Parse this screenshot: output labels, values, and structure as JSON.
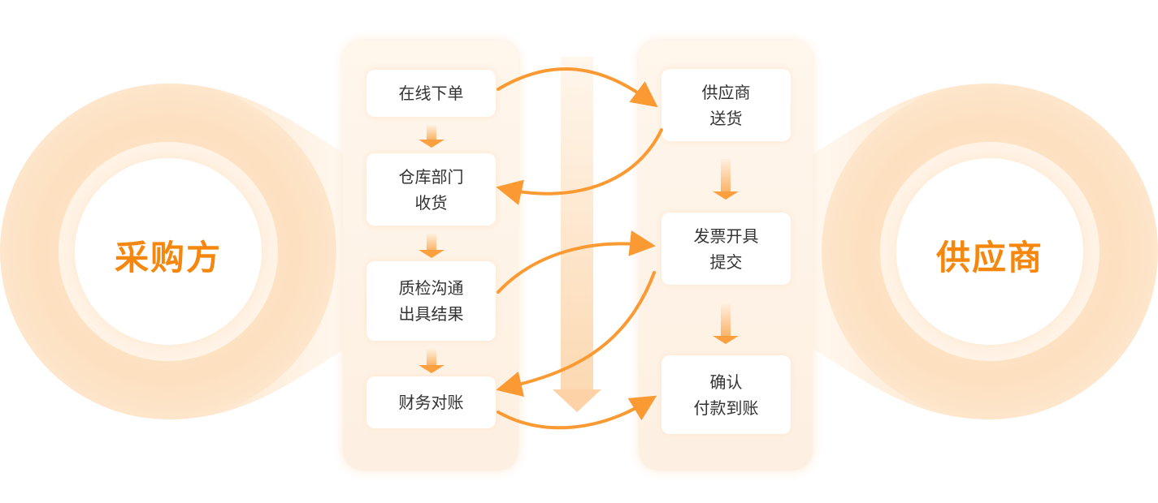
{
  "buyer": {
    "label": "采购方"
  },
  "supplier": {
    "label": "供应商"
  },
  "buyer_steps": [
    {
      "line1": "在线下单",
      "line2": ""
    },
    {
      "line1": "仓库部门",
      "line2": "收货"
    },
    {
      "line1": "质检沟通",
      "line2": "出具结果"
    },
    {
      "line1": "财务对账",
      "line2": ""
    }
  ],
  "supplier_steps": [
    {
      "line1": "供应商",
      "line2": "送货"
    },
    {
      "line1": "发票开具",
      "line2": "提交"
    },
    {
      "line1": "确认",
      "line2": "付款到账"
    }
  ],
  "colors": {
    "accent": "#f5870f",
    "arrow": "#fb9a33",
    "panel": "#fff4e8"
  }
}
